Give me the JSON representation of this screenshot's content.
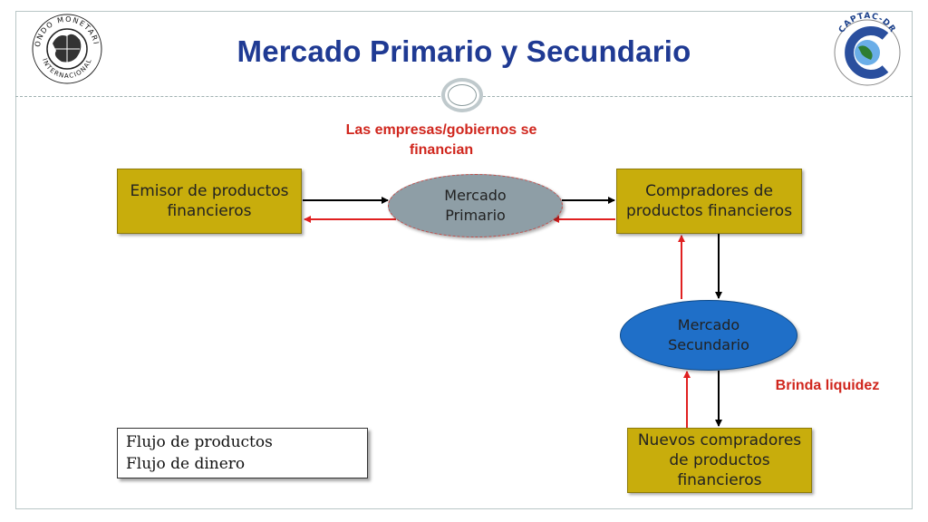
{
  "header": {
    "title": "Mercado Primario y Secundario",
    "imf_logo_text_top": "FONDO MONETARIO",
    "imf_logo_text_bottom": "INTERNACIONAL",
    "captac_logo_text": "CAPTAC-DR"
  },
  "diagram": {
    "emisor_label": "Emisor de productos financieros",
    "mercado_primario_label": "Mercado Primario",
    "compradores_label": "Compradores de productos financieros",
    "mercado_secundario_label": "Mercado Secundario",
    "nuevos_compradores_label": "Nuevos compradores de productos financieros",
    "annotation_primary": "Las empresas/gobiernos se financian",
    "annotation_secondary": "Brinda liquidez"
  },
  "legend": {
    "products_label": "Flujo de productos",
    "money_label": "Flujo de dinero",
    "products_color": "#000000",
    "money_color": "#e02020"
  },
  "colors": {
    "title": "#1f3a93",
    "box_fill": "#c8ad0c",
    "primary_ellipse": "#8e9ea6",
    "secondary_ellipse": "#1f6fc8",
    "annotation": "#d0261d"
  }
}
